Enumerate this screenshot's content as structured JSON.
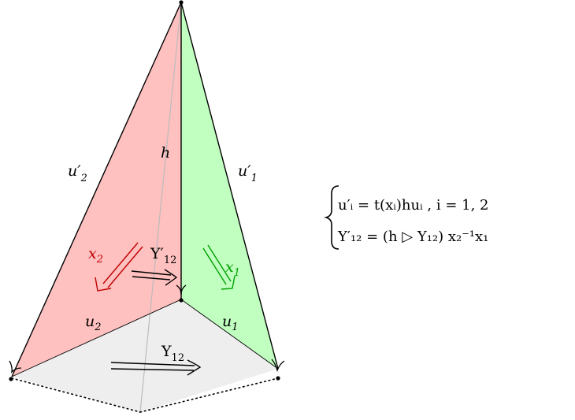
{
  "labels": {
    "h": "h",
    "u2_prime": "u′",
    "u2_prime_sub": "2",
    "u1_prime": "u′",
    "u1_prime_sub": "1",
    "u2": "u",
    "u2_sub": "2",
    "u1": "u",
    "u1_sub": "1",
    "x2": "x",
    "x2_sub": "2",
    "x1": "x",
    "x1_sub": "1",
    "Y12_prime": "Y′",
    "Y12_prime_sub": "12",
    "Y12": "Y",
    "Y12_sub": "12"
  },
  "equations": {
    "line1": "u′ᵢ = t(xᵢ)huᵢ ,    i = 1, 2",
    "line2": "Y′₁₂ = (h ▷ Y₁₂) x₂⁻¹x₁"
  },
  "colors": {
    "left_face": "#ffc0c0",
    "right_face": "#c0ffc0",
    "base_face": "#eeeeee",
    "x2_arrow": "#c00000",
    "x1_arrow": "#00a000",
    "hidden_edge": "#bbbbbb"
  }
}
